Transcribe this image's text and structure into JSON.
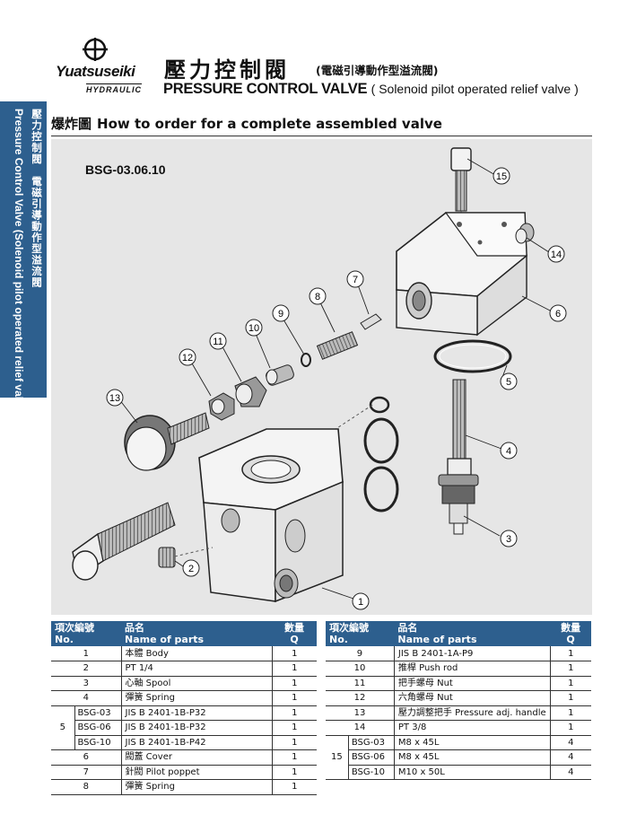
{
  "header": {
    "brand": "Yuatsuseiki",
    "brand_sub": "HYDRAULIC",
    "title_zh": "壓力控制閥",
    "title_zh_sub": "(電磁引導動作型溢流閥)",
    "title_en": "PRESSURE CONTROL VALVE",
    "title_en_sub": "( Solenoid pilot operated relief valve )"
  },
  "side_tab": {
    "zh": "壓力控制閥　電磁引導動作型溢流閥",
    "en": "Pressure Control Valve (Solenoid pilot operated relief valve)"
  },
  "section": {
    "zh": "爆炸圖",
    "en": "How to order for a complete assembled valve"
  },
  "diagram": {
    "model": "BSG-03.06.10",
    "callouts": [
      "1",
      "2",
      "3",
      "4",
      "5",
      "6",
      "7",
      "8",
      "9",
      "10",
      "11",
      "12",
      "13",
      "14",
      "15"
    ]
  },
  "table_headers": {
    "no_zh": "項次編號",
    "no_en": "No.",
    "name_zh": "品名",
    "name_en": "Name of parts",
    "q_zh": "數量",
    "q_en": "Q"
  },
  "left_rows": [
    {
      "no": "1",
      "name": "本體 Body",
      "q": "1"
    },
    {
      "no": "2",
      "name": "PT 1/4",
      "q": "1"
    },
    {
      "no": "3",
      "name": "心軸 Spool",
      "q": "1"
    },
    {
      "no": "4",
      "name": "彈簧 Spring",
      "q": "1"
    },
    {
      "no": "5",
      "sub": "BSG-03",
      "name": "JIS B 2401-1B-P32",
      "q": "1"
    },
    {
      "sub": "BSG-06",
      "name": "JIS B 2401-1B-P32",
      "q": "1"
    },
    {
      "sub": "BSG-10",
      "name": "JIS B 2401-1B-P42",
      "q": "1"
    },
    {
      "no": "6",
      "name": "閥蓋 Cover",
      "q": "1"
    },
    {
      "no": "7",
      "name": "針閥 Pilot poppet",
      "q": "1"
    },
    {
      "no": "8",
      "name": "彈簧 Spring",
      "q": "1"
    }
  ],
  "right_rows": [
    {
      "no": "9",
      "name": "JIS B 2401-1A-P9",
      "q": "1"
    },
    {
      "no": "10",
      "name": "推桿 Push rod",
      "q": "1"
    },
    {
      "no": "11",
      "name": "把手螺母 Nut",
      "q": "1"
    },
    {
      "no": "12",
      "name": "六角螺母 Nut",
      "q": "1"
    },
    {
      "no": "13",
      "name": "壓力調整把手 Pressure adj. handle",
      "q": "1"
    },
    {
      "no": "14",
      "name": "PT 3/8",
      "q": "1"
    },
    {
      "no": "15",
      "sub": "BSG-03",
      "name": "M8 x 45L",
      "q": "4"
    },
    {
      "sub": "BSG-06",
      "name": "M8 x 45L",
      "q": "4"
    },
    {
      "sub": "BSG-10",
      "name": "M10 x 50L",
      "q": "4"
    }
  ],
  "colors": {
    "accent": "#2d5f8e",
    "diagram_bg": "#e6e6e6"
  }
}
